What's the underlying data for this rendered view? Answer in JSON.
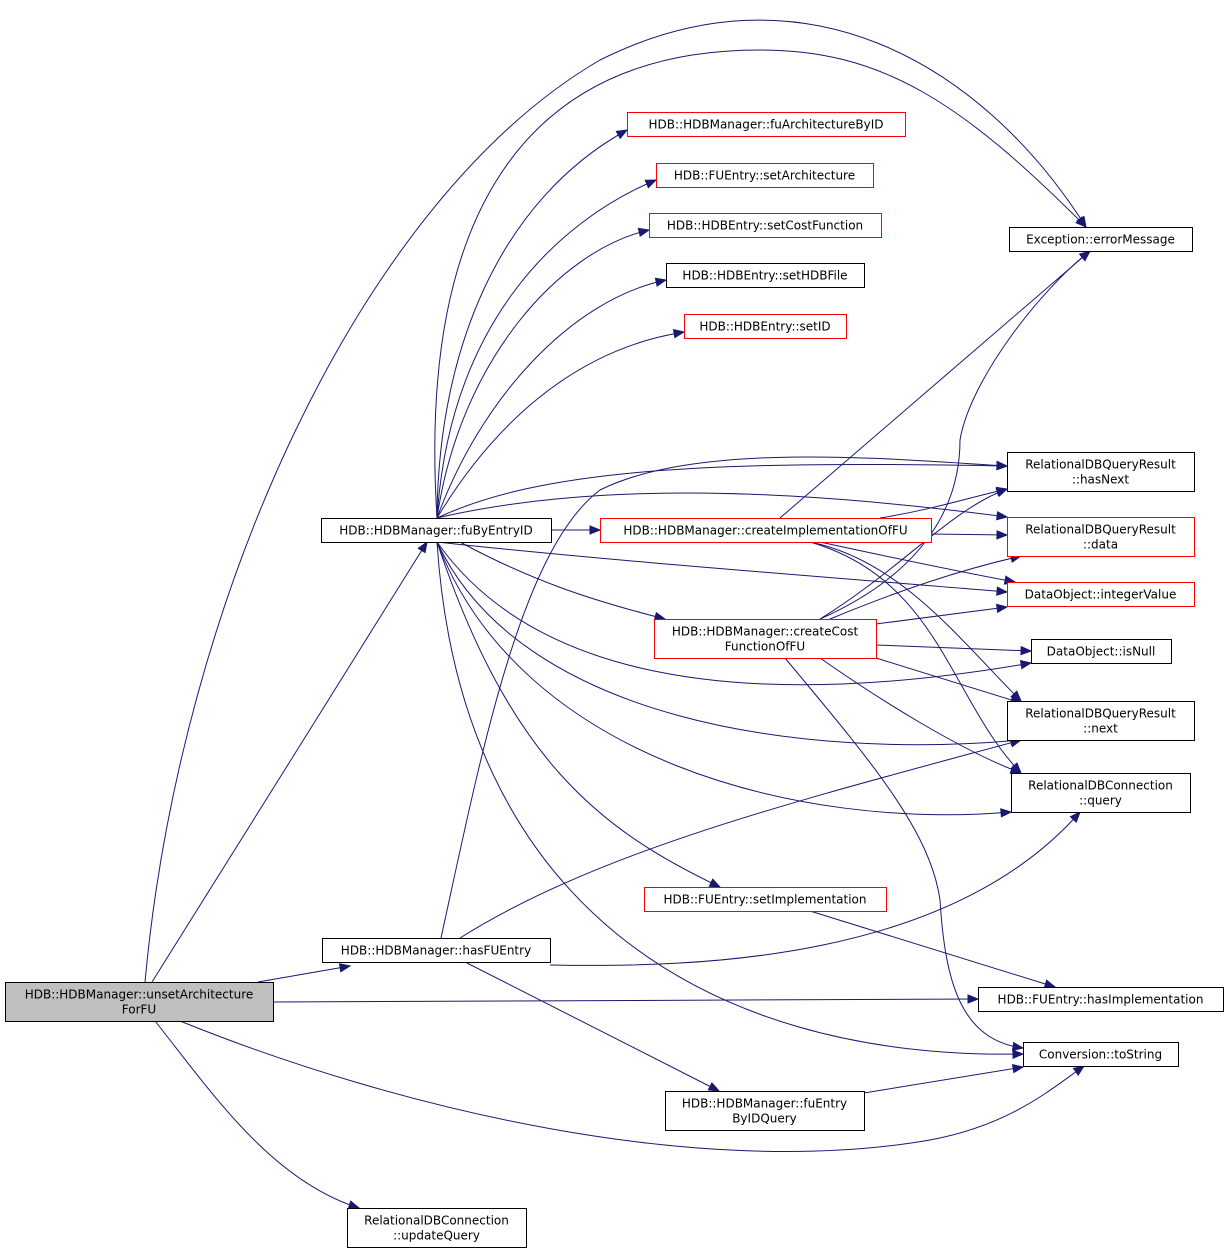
{
  "colors": {
    "edge": "#191970",
    "root_fill": "#bfbfbf",
    "border_black": "#000000",
    "border_red": "#ff0000",
    "node_fill": "#ffffff"
  },
  "nodes": [
    {
      "id": "unsetArchitectureForFU",
      "lines": [
        "HDB::HDBManager::unsetArchitecture",
        "ForFU"
      ],
      "style": "root"
    },
    {
      "id": "fuByEntryID",
      "lines": [
        "HDB::HDBManager::fuByEntryID"
      ],
      "style": "black"
    },
    {
      "id": "hasFUEntry",
      "lines": [
        "HDB::HDBManager::hasFUEntry"
      ],
      "style": "black"
    },
    {
      "id": "updateQuery",
      "lines": [
        "RelationalDBConnection",
        "::updateQuery"
      ],
      "style": "black"
    },
    {
      "id": "fuArchitectureByID",
      "lines": [
        "HDB::HDBManager::fuArchitectureByID"
      ],
      "style": "red"
    },
    {
      "id": "setArchitecture",
      "lines": [
        "HDB::FUEntry::setArchitecture"
      ],
      "style": "red"
    },
    {
      "id": "setCostFunction",
      "lines": [
        "HDB::HDBEntry::setCostFunction"
      ],
      "style": "red"
    },
    {
      "id": "setHDBFile",
      "lines": [
        "HDB::HDBEntry::setHDBFile"
      ],
      "style": "black"
    },
    {
      "id": "setID",
      "lines": [
        "HDB::HDBEntry::setID"
      ],
      "style": "red"
    },
    {
      "id": "createImplementationOfFU",
      "lines": [
        "HDB::HDBManager::createImplementationOfFU"
      ],
      "style": "red"
    },
    {
      "id": "createCostFunctionOfFU",
      "lines": [
        "HDB::HDBManager::createCost",
        "FunctionOfFU"
      ],
      "style": "red"
    },
    {
      "id": "setImplementation",
      "lines": [
        "HDB::FUEntry::setImplementation"
      ],
      "style": "red"
    },
    {
      "id": "fuEntryByIDQuery",
      "lines": [
        "HDB::HDBManager::fuEntry",
        "ByIDQuery"
      ],
      "style": "black"
    },
    {
      "id": "errorMessage",
      "lines": [
        "Exception::errorMessage"
      ],
      "style": "black"
    },
    {
      "id": "hasNext",
      "lines": [
        "RelationalDBQueryResult",
        "::hasNext"
      ],
      "style": "black"
    },
    {
      "id": "data",
      "lines": [
        "RelationalDBQueryResult",
        "::data"
      ],
      "style": "red"
    },
    {
      "id": "integerValue",
      "lines": [
        "DataObject::integerValue"
      ],
      "style": "red"
    },
    {
      "id": "isNull",
      "lines": [
        "DataObject::isNull"
      ],
      "style": "black"
    },
    {
      "id": "next",
      "lines": [
        "RelationalDBQueryResult",
        "::next"
      ],
      "style": "black"
    },
    {
      "id": "query",
      "lines": [
        "RelationalDBConnection",
        "::query"
      ],
      "style": "black"
    },
    {
      "id": "hasImplementation",
      "lines": [
        "HDB::FUEntry::hasImplementation"
      ],
      "style": "black"
    },
    {
      "id": "toString",
      "lines": [
        "Conversion::toString"
      ],
      "style": "black"
    }
  ],
  "edges": [
    [
      "unsetArchitectureForFU",
      "fuByEntryID"
    ],
    [
      "unsetArchitectureForFU",
      "hasFUEntry"
    ],
    [
      "unsetArchitectureForFU",
      "errorMessage"
    ],
    [
      "unsetArchitectureForFU",
      "hasImplementation"
    ],
    [
      "unsetArchitectureForFU",
      "toString"
    ],
    [
      "unsetArchitectureForFU",
      "updateQuery"
    ],
    [
      "fuByEntryID",
      "fuArchitectureByID"
    ],
    [
      "fuByEntryID",
      "setArchitecture"
    ],
    [
      "fuByEntryID",
      "setCostFunction"
    ],
    [
      "fuByEntryID",
      "setHDBFile"
    ],
    [
      "fuByEntryID",
      "setID"
    ],
    [
      "fuByEntryID",
      "errorMessage"
    ],
    [
      "fuByEntryID",
      "hasNext"
    ],
    [
      "fuByEntryID",
      "data"
    ],
    [
      "fuByEntryID",
      "createImplementationOfFU"
    ],
    [
      "fuByEntryID",
      "integerValue"
    ],
    [
      "fuByEntryID",
      "createCostFunctionOfFU"
    ],
    [
      "fuByEntryID",
      "isNull"
    ],
    [
      "fuByEntryID",
      "next"
    ],
    [
      "fuByEntryID",
      "query"
    ],
    [
      "fuByEntryID",
      "setImplementation"
    ],
    [
      "fuByEntryID",
      "toString"
    ],
    [
      "createImplementationOfFU",
      "errorMessage"
    ],
    [
      "createImplementationOfFU",
      "hasNext"
    ],
    [
      "createImplementationOfFU",
      "data"
    ],
    [
      "createImplementationOfFU",
      "integerValue"
    ],
    [
      "createImplementationOfFU",
      "next"
    ],
    [
      "createImplementationOfFU",
      "query"
    ],
    [
      "createCostFunctionOfFU",
      "errorMessage"
    ],
    [
      "createCostFunctionOfFU",
      "hasNext"
    ],
    [
      "createCostFunctionOfFU",
      "data"
    ],
    [
      "createCostFunctionOfFU",
      "integerValue"
    ],
    [
      "createCostFunctionOfFU",
      "isNull"
    ],
    [
      "createCostFunctionOfFU",
      "next"
    ],
    [
      "createCostFunctionOfFU",
      "query"
    ],
    [
      "createCostFunctionOfFU",
      "toString"
    ],
    [
      "setImplementation",
      "hasImplementation"
    ],
    [
      "hasFUEntry",
      "hasNext"
    ],
    [
      "hasFUEntry",
      "next"
    ],
    [
      "hasFUEntry",
      "query"
    ],
    [
      "hasFUEntry",
      "fuEntryByIDQuery"
    ],
    [
      "fuEntryByIDQuery",
      "toString"
    ]
  ]
}
